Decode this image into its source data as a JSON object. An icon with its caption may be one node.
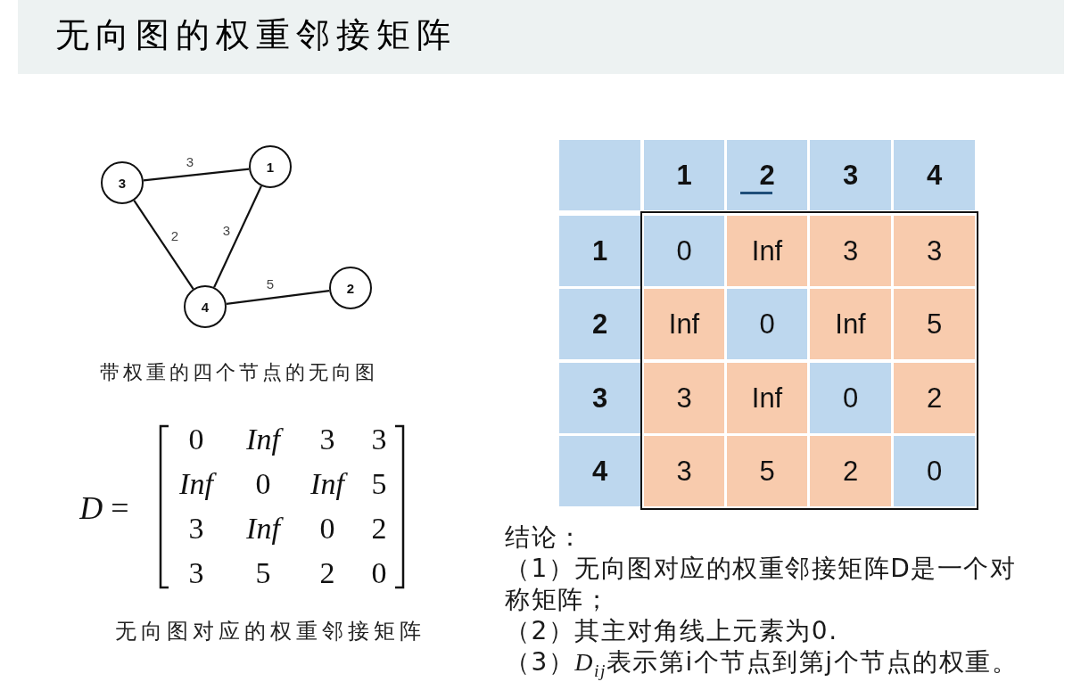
{
  "diagram": {
    "title": "无向图的权重邻接矩阵",
    "nodes": [
      {
        "text": [
          "3"
        ]
      },
      {
        "text": [
          "1"
        ]
      },
      {
        "text": [
          "4"
        ]
      },
      {
        "text": [
          "2"
        ]
      }
    ],
    "edges": [
      {
        "from": 0,
        "to": 1,
        "arrow": "none",
        "label": "3"
      },
      {
        "from": 0,
        "to": 2,
        "arrow": "none",
        "label": "2"
      },
      {
        "from": 1,
        "to": 2,
        "arrow": "none",
        "label": "3"
      },
      {
        "from": 2,
        "to": 3,
        "arrow": "none",
        "label": "5"
      }
    ],
    "labels": [
      "带权重的四个节点的无向图",
      "*D* =",
      "0",
      "Inf",
      "3",
      "3",
      "Inf",
      "0",
      "Inf",
      "5",
      "3",
      "Inf",
      "0",
      "2",
      "3",
      "5",
      "2",
      "0",
      "无向图对应的权重邻接矩阵",
      "1",
      "2",
      "3",
      "4",
      "1",
      "0",
      "Inf",
      "3",
      "3",
      "2",
      "Inf",
      "0",
      "Inf",
      "5",
      "3",
      "3",
      "Inf",
      "0",
      "2",
      "4",
      "3",
      "5",
      "2",
      "0",
      "结论：",
      "（1）无向图对应的权重邻接矩阵D是一个对称矩阵；",
      "（2）其主对角线上元素为0.",
      "（3）*D*$_{ij}$表示第i个节点到第j个节点的权重。"
    ]
  }
}
